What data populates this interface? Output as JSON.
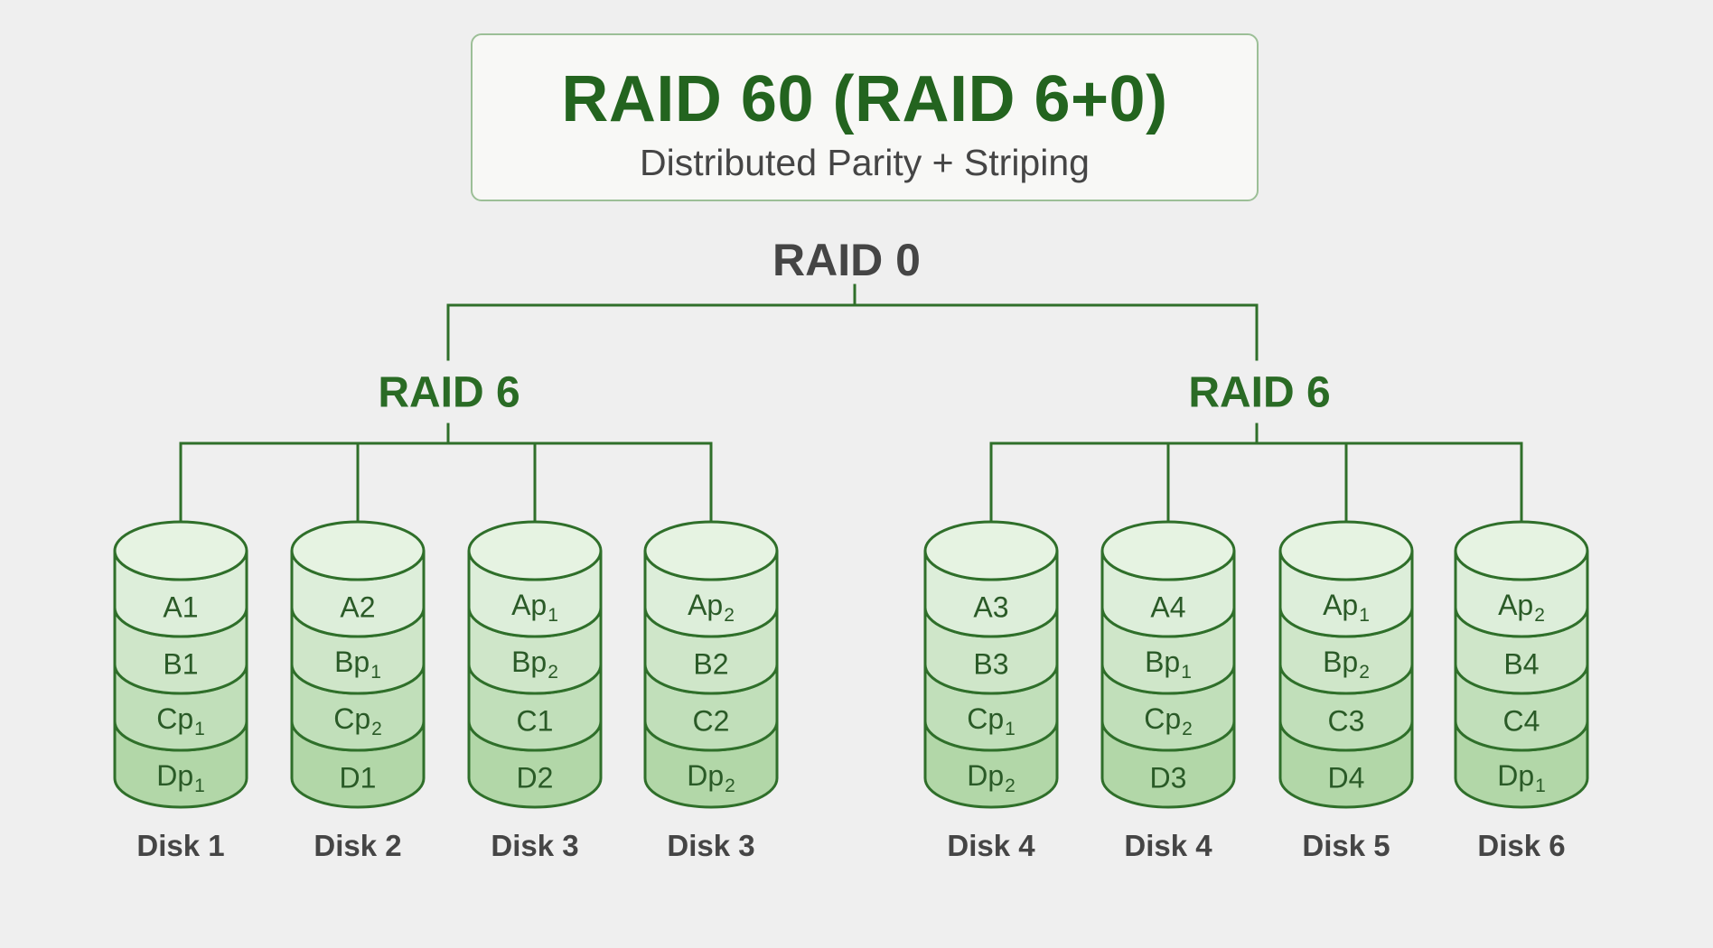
{
  "title": "RAID 60 (RAID 6+0)",
  "subtitle": "Distributed Parity + Striping",
  "root_label": "RAID 0",
  "colors": {
    "line": "#2f6f2a",
    "title": "#23641f",
    "text_dark": "#454545",
    "seg_fill": [
      "#ddeeda",
      "#cfe6c9",
      "#c1dfba",
      "#b2d7a8"
    ],
    "cap_fill": "#e6f3e2"
  },
  "groups": [
    {
      "label": "RAID 6",
      "disks": [
        {
          "label": "Disk 1",
          "blocks": [
            {
              "t": "A1",
              "s": ""
            },
            {
              "t": "B1",
              "s": ""
            },
            {
              "t": "Cp",
              "s": "1"
            },
            {
              "t": "Dp",
              "s": "1"
            }
          ]
        },
        {
          "label": "Disk 2",
          "blocks": [
            {
              "t": "A2",
              "s": ""
            },
            {
              "t": "Bp",
              "s": "1"
            },
            {
              "t": "Cp",
              "s": "2"
            },
            {
              "t": "D1",
              "s": ""
            }
          ]
        },
        {
          "label": "Disk 3",
          "blocks": [
            {
              "t": "Ap",
              "s": "1"
            },
            {
              "t": "Bp",
              "s": "2"
            },
            {
              "t": "C1",
              "s": ""
            },
            {
              "t": "D2",
              "s": ""
            }
          ]
        },
        {
          "label": "Disk 3",
          "blocks": [
            {
              "t": "Ap",
              "s": "2"
            },
            {
              "t": "B2",
              "s": ""
            },
            {
              "t": "C2",
              "s": ""
            },
            {
              "t": "Dp",
              "s": "2"
            }
          ]
        }
      ]
    },
    {
      "label": "RAID 6",
      "disks": [
        {
          "label": "Disk 4",
          "blocks": [
            {
              "t": "A3",
              "s": ""
            },
            {
              "t": "B3",
              "s": ""
            },
            {
              "t": "Cp",
              "s": "1"
            },
            {
              "t": "Dp",
              "s": "2"
            }
          ]
        },
        {
          "label": "Disk 4",
          "blocks": [
            {
              "t": "A4",
              "s": ""
            },
            {
              "t": "Bp",
              "s": "1"
            },
            {
              "t": "Cp",
              "s": "2"
            },
            {
              "t": "D3",
              "s": ""
            }
          ]
        },
        {
          "label": "Disk 5",
          "blocks": [
            {
              "t": "Ap",
              "s": "1"
            },
            {
              "t": "Bp",
              "s": "2"
            },
            {
              "t": "C3",
              "s": ""
            },
            {
              "t": "D4",
              "s": ""
            }
          ]
        },
        {
          "label": "Disk 6",
          "blocks": [
            {
              "t": "Ap",
              "s": "2"
            },
            {
              "t": "B4",
              "s": ""
            },
            {
              "t": "C4",
              "s": ""
            },
            {
              "t": "Dp",
              "s": "1"
            }
          ]
        }
      ]
    }
  ]
}
